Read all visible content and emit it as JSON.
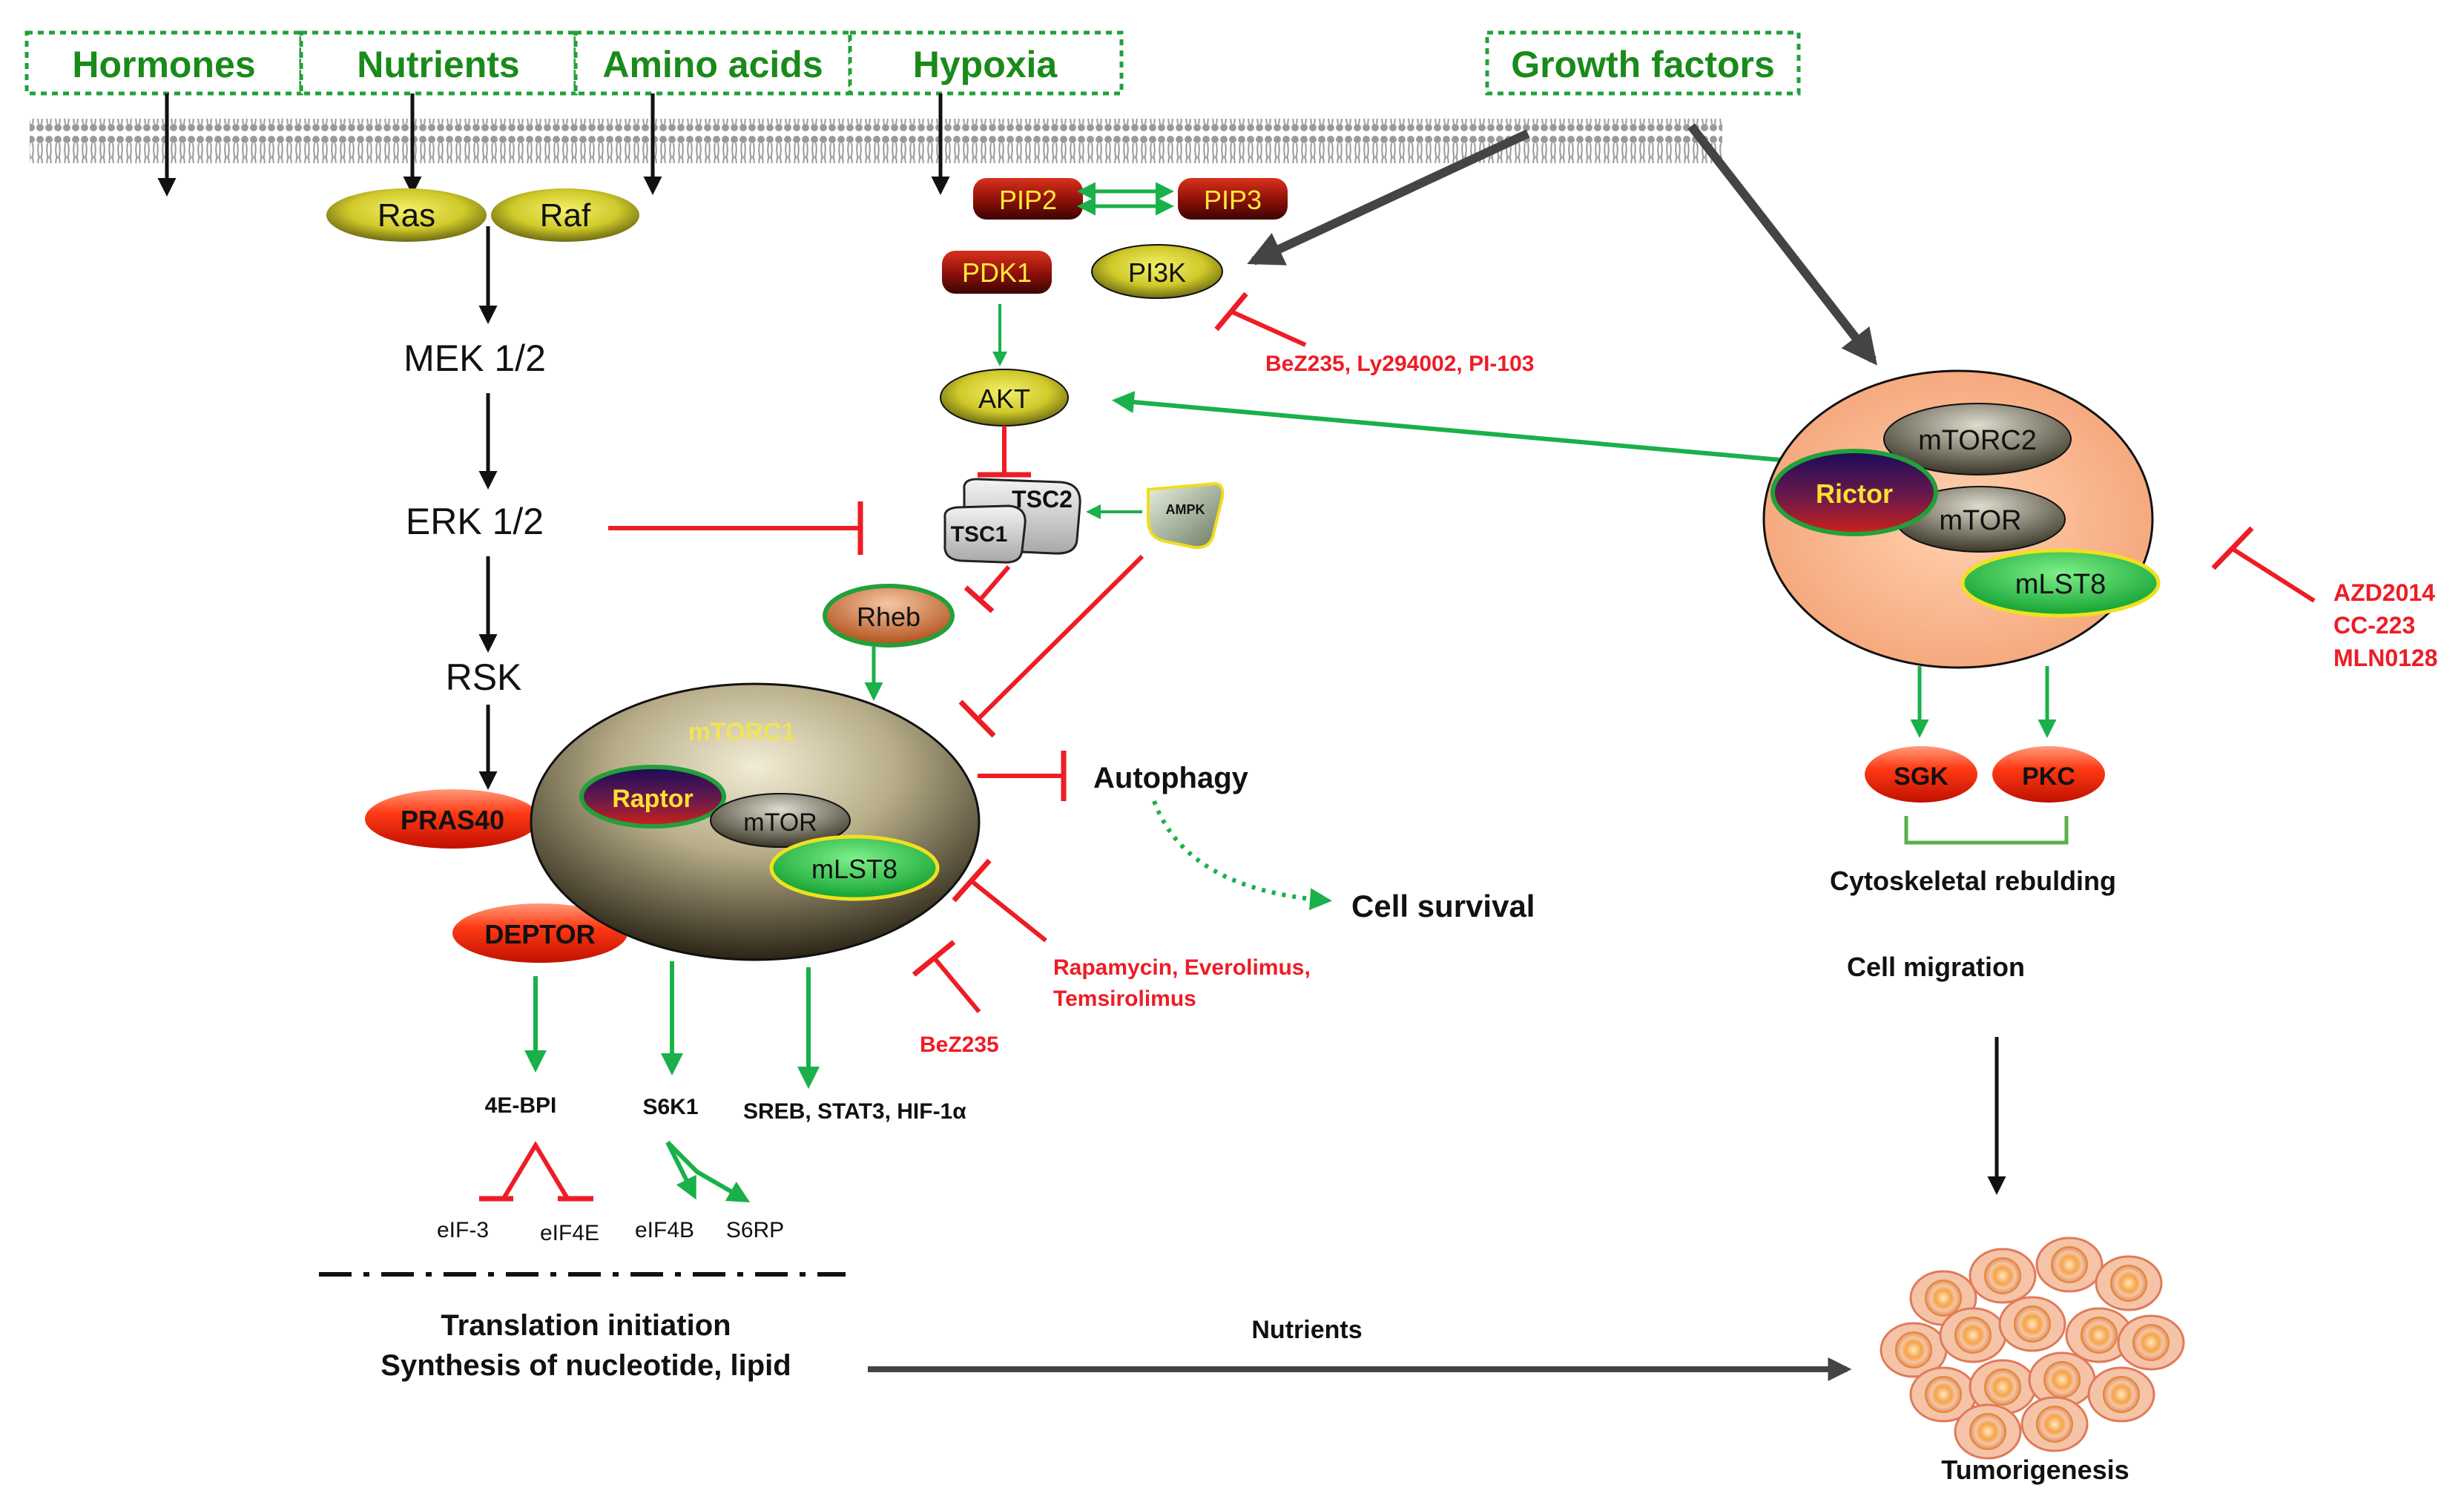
{
  "top_boxes": {
    "hormones": "Hormones",
    "nutrients": "Nutrients",
    "amino_acids": "Amino acids",
    "hypoxia": "Hypoxia",
    "growth_factors": "Growth factors"
  },
  "nodes": {
    "ras": "Ras",
    "raf": "Raf",
    "mek": "MEK 1/2",
    "erk": "ERK 1/2",
    "rsk": "RSK",
    "pras40": "PRAS40",
    "deptor": "DEPTOR",
    "pip2": "PIP2",
    "pip3": "PIP3",
    "pdk1": "PDK1",
    "pi3k": "PI3K",
    "akt": "AKT",
    "tsc2": "TSC2",
    "tsc1": "TSC1",
    "ampk": "AMPK",
    "rheb": "Rheb"
  },
  "mtorc1": {
    "title": "mTORC1",
    "raptor": "Raptor",
    "mtor": "mTOR",
    "mlst8": "mLST8"
  },
  "mtorc2": {
    "title": "mTORC2",
    "rictor": "Rictor",
    "mtor": "mTOR",
    "mlst8": "mLST8"
  },
  "inhibitors": {
    "pi3k": "BeZ235, Ly294002, PI-103",
    "mtorc2_1": "AZD2014",
    "mtorc2_2": "CC-223",
    "mtorc2_3": "MLN0128",
    "rapalogs_1": "Rapamycin, Everolimus,",
    "rapalogs_2": "Temsirolimus",
    "bez": "BeZ235"
  },
  "outputs": {
    "autophagy": "Autophagy",
    "cell_survival": "Cell survival",
    "sgk": "SGK",
    "pkc": "PKC",
    "cytoskeletal": "Cytoskeletal rebulding",
    "cell_migration": "Cell migration",
    "tumorigenesis": "Tumorigenesis",
    "nutrients_arrow": "Nutrients",
    "four_ebp": "4E-BPI",
    "s6k1": "S6K1",
    "sreb": "SREB, STAT3, HIF-1α",
    "eif3": "eIF-3",
    "eif4e": "eIF4E",
    "eif4b": "eIF4B",
    "s6rp": "S6RP",
    "translation_1": "Translation initiation",
    "translation_2": "Synthesis of nucleotide, lipid"
  },
  "colors": {
    "green_text": "#1a8a1a",
    "green_arrow": "#1ab04a",
    "red_inhibit": "#ee1c25",
    "dark_arrow": "#444444",
    "membrane": "#9a9a9a"
  }
}
